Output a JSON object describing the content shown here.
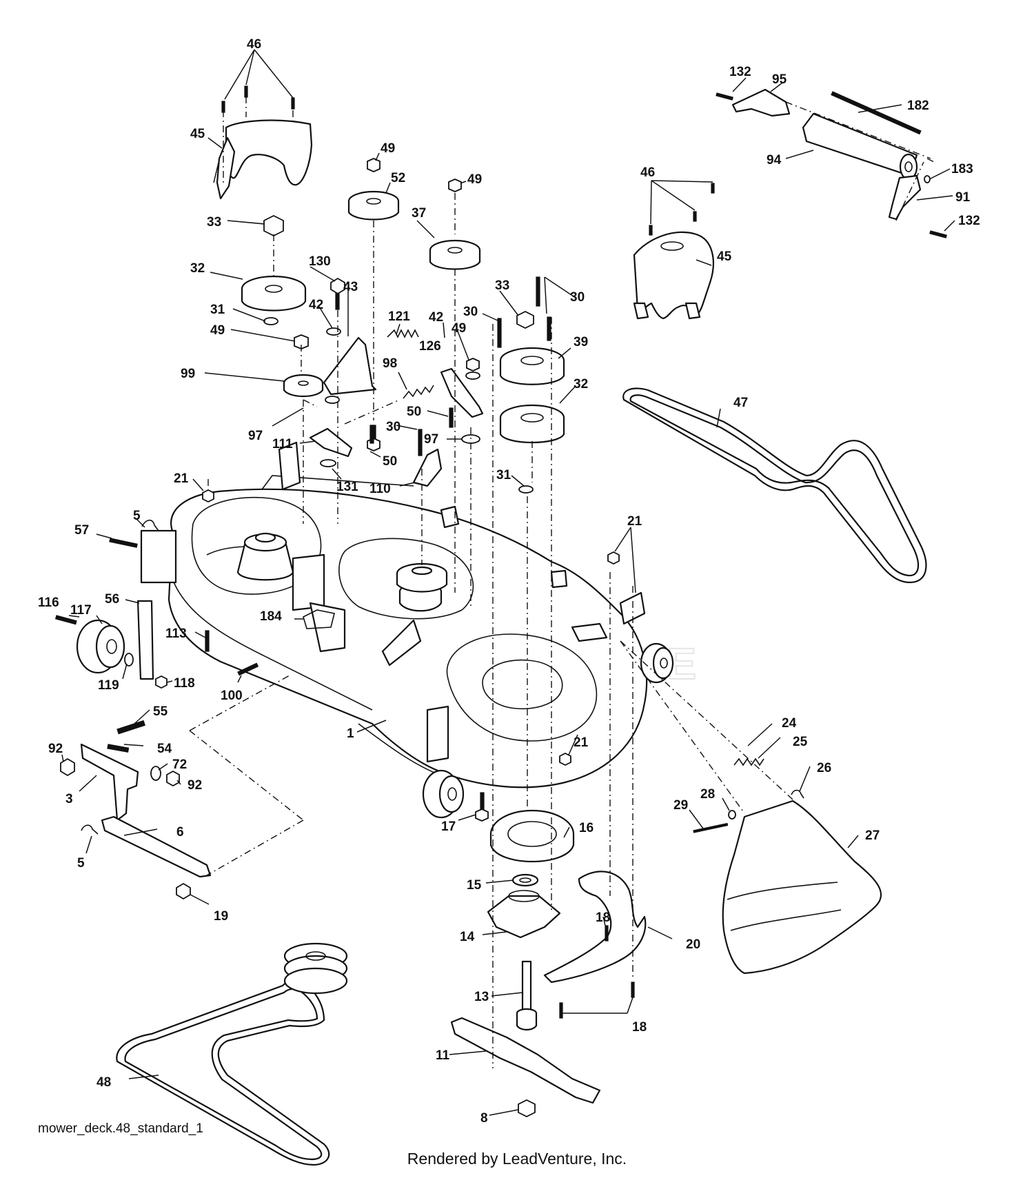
{
  "diagram": {
    "name": "mower_deck.48_standard_1",
    "credit": "Rendered by LeadVenture, Inc.",
    "watermark": "LEADVENTURE",
    "callouts": {
      "c1": "1",
      "c3": "3",
      "c5a": "5",
      "c5b": "5",
      "c6": "6",
      "c8": "8",
      "c11": "11",
      "c13": "13",
      "c14": "14",
      "c15": "15",
      "c16": "16",
      "c17": "17",
      "c18a": "18",
      "c18b": "18",
      "c19": "19",
      "c20": "20",
      "c21a": "21",
      "c21b": "21",
      "c21c": "21",
      "c24": "24",
      "c25": "25",
      "c26": "26",
      "c27": "27",
      "c28": "28",
      "c29": "29",
      "c30a": "30",
      "c30b": "30",
      "c30c": "30",
      "c31a": "31",
      "c31b": "31",
      "c32a": "32",
      "c32b": "32",
      "c33a": "33",
      "c33b": "33",
      "c37": "37",
      "c39": "39",
      "c42a": "42",
      "c42b": "42",
      "c43": "43",
      "c45a": "45",
      "c45b": "45",
      "c46a": "46",
      "c46b": "46",
      "c47": "47",
      "c48": "48",
      "c49a": "49",
      "c49b": "49",
      "c49c": "49",
      "c49d": "49",
      "c50a": "50",
      "c50b": "50",
      "c52": "52",
      "c54": "54",
      "c55": "55",
      "c56": "56",
      "c57": "57",
      "c72": "72",
      "c91": "91",
      "c92a": "92",
      "c92b": "92",
      "c94": "94",
      "c95": "95",
      "c97a": "97",
      "c97b": "97",
      "c98": "98",
      "c99": "99",
      "c100": "100",
      "c110": "110",
      "c111": "111",
      "c113": "113",
      "c116": "116",
      "c117": "117",
      "c118": "118",
      "c119": "119",
      "c121": "121",
      "c126": "126",
      "c130": "130",
      "c131": "131",
      "c132a": "132",
      "c132b": "132",
      "c182": "182",
      "c183": "183",
      "c184": "184"
    }
  }
}
